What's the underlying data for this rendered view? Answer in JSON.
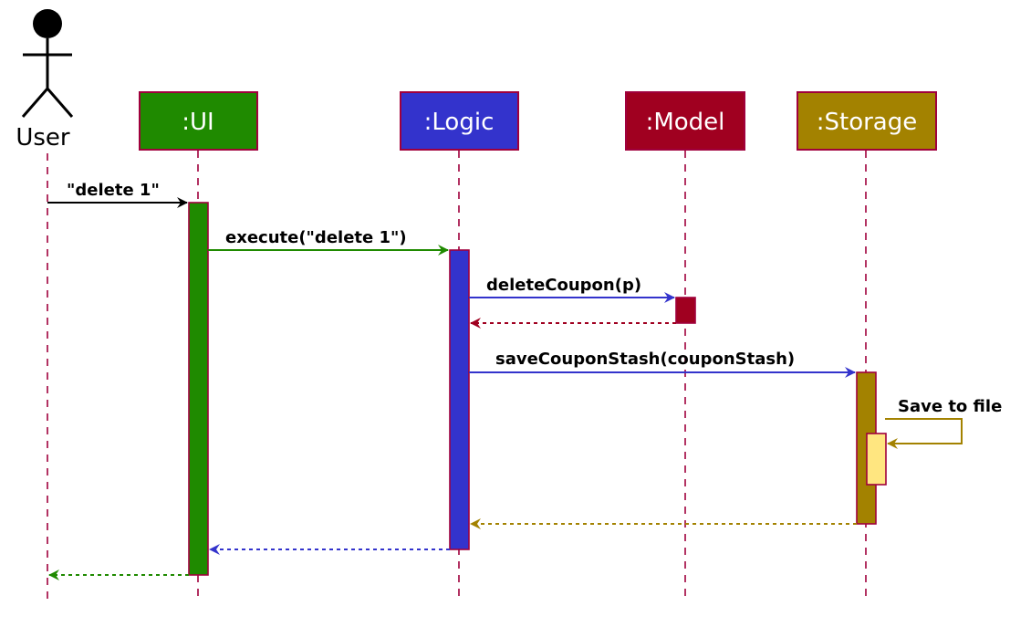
{
  "actor": {
    "label": "User"
  },
  "participants": [
    {
      "id": "ui",
      "label": ":UI",
      "color": "#1f8a00"
    },
    {
      "id": "logic",
      "label": ":Logic",
      "color": "#3333cc"
    },
    {
      "id": "model",
      "label": ":Model",
      "color": "#a00020"
    },
    {
      "id": "storage",
      "label": ":Storage",
      "color": "#a38200"
    }
  ],
  "messages": {
    "user_to_ui": "\"delete 1\"",
    "ui_to_logic": "execute(\"delete 1\")",
    "logic_to_model": "deleteCoupon(p)",
    "logic_to_storage": "saveCouponStash(couponStash)",
    "storage_self": "Save to file"
  },
  "colors": {
    "border": "#a0003c",
    "self_activation": "#ffe680"
  }
}
